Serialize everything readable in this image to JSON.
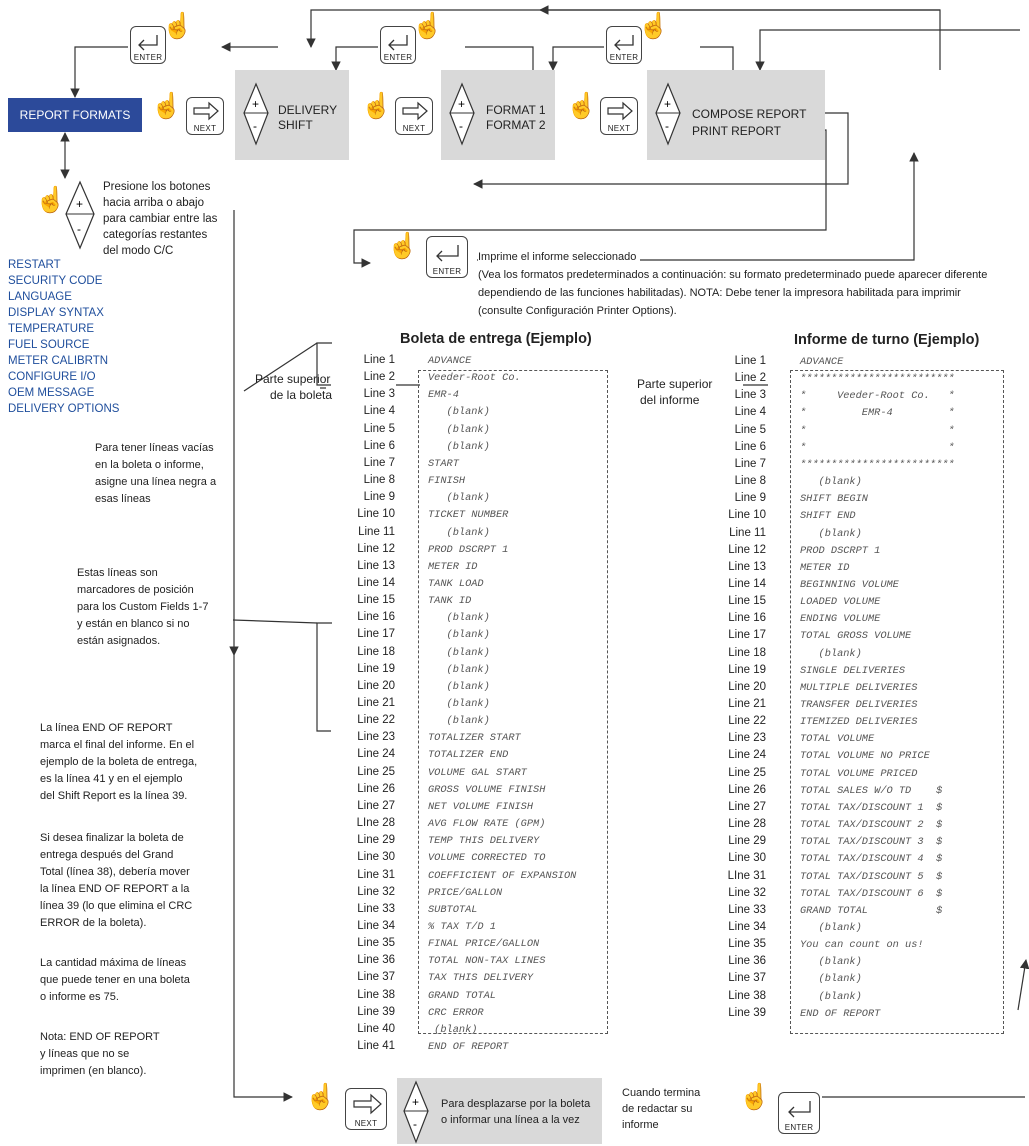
{
  "keys": {
    "enter": "ENTER",
    "next": "NEXT"
  },
  "menu": {
    "report_formats": "REPORT FORMATS",
    "delivery": "DELIVERY",
    "shift": "SHIFT",
    "format1": "FORMAT 1",
    "format2": "FORMAT 2",
    "compose_report": "COMPOSE REPORT",
    "print_report": "PRINT REPORT"
  },
  "updown_instr": [
    "Presione los botones",
    "hacia arriba o abajo",
    "para cambiar entre las",
    "categorías restantes",
    "del modo C/C"
  ],
  "categories": [
    "RESTART",
    "SECURITY CODE",
    "LANGUAGE",
    "DISPLAY SYNTAX",
    "TEMPERATURE",
    "FUEL SOURCE",
    "METER CALIBRTN",
    "CONFIGURE I/O",
    "OEM MESSAGE",
    "DELIVERY OPTIONS"
  ],
  "print_instr": [
    "Imprime el informe seleccionado",
    "(Vea los formatos predeterminados a continuación: su formato predeterminado puede aparecer diferente",
    "dependiendo de las funciones habilitadas). NOTA: Debe tener la impresora habilitada para imprimir",
    "(consulte Configuración Printer Options)."
  ],
  "delivery_ticket": {
    "title": "Boleta de entrega (Ejemplo)",
    "top_label": [
      "Parte superior",
      "de la boleta"
    ],
    "line_labels": [
      "Line 1",
      "Line 2",
      "Line 3",
      "Line 4",
      "Line 5",
      "Line 6",
      "Line 7",
      "Line 8",
      "Line 9",
      "Line 10",
      "Line 11",
      "Line 12",
      "Line 13",
      "Line 14",
      "Line 15",
      "Line 16",
      "Line 17",
      "Line 18",
      "Line 19",
      "Line 20",
      "Line 21",
      "Line 22",
      "Line 23",
      "Line 24",
      "Line 25",
      "Line 26",
      "Line 27",
      "LIne 28",
      "Line 29",
      "Line 30",
      "Line 31",
      "Line 32",
      "Line 33",
      "Line 34",
      "Line 35",
      "Line 36",
      "Line 37",
      "Line 38",
      "Line 39",
      "Line 40",
      "Line 41"
    ],
    "lines": [
      "ADVANCE",
      "Veeder-Root Co.",
      "EMR-4",
      "   (blank)",
      "   (blank)",
      "   (blank)",
      "START",
      "FINISH",
      "   (blank)",
      "TICKET NUMBER",
      "   (blank)",
      "PROD DSCRPT 1",
      "METER ID",
      "TANK LOAD",
      "TANK ID",
      "   (blank)",
      "   (blank)",
      "   (blank)",
      "   (blank)",
      "   (blank)",
      "   (blank)",
      "   (blank)",
      "TOTALIZER START",
      "TOTALIZER END",
      "VOLUME GAL START",
      "GROSS VOLUME FINISH",
      "NET VOLUME FINISH",
      "AVG FLOW RATE (GPM)",
      "TEMP THIS DELIVERY",
      "VOLUME CORRECTED TO",
      "COEFFICIENT OF EXPANSION",
      "PRICE/GALLON",
      "SUBTOTAL",
      "% TAX T/D 1",
      "FINAL PRICE/GALLON",
      "TOTAL NON-TAX LINES",
      "TAX THIS DELIVERY",
      "GRAND TOTAL",
      "CRC ERROR",
      " (blank)",
      "END OF REPORT"
    ]
  },
  "shift_report": {
    "title": "Informe de turno (Ejemplo)",
    "top_label": [
      "Parte superior",
      "del informe"
    ],
    "line_labels": [
      "Line 1",
      "Line 2",
      "Line 3",
      "Line 4",
      "Line 5",
      "Line 6",
      "Line 7",
      "Line 8",
      "Line 9",
      "Line 10",
      "Line 11",
      "Line 12",
      "Line 13",
      "Line 14",
      "Line 15",
      "Line 16",
      "Line 17",
      "Line 18",
      "Line 19",
      "Line 20",
      "Line 21",
      "Line 22",
      "Line 23",
      "Line 24",
      "Line 25",
      "Line 26",
      "Line 27",
      "Line 28",
      "Line 29",
      "Line 30",
      "LIne 31",
      "Line 32",
      "Line 33",
      "Line 34",
      "Line 35",
      "Line 36",
      "Line 37",
      "Line 38",
      "Line 39"
    ],
    "lines": [
      "ADVANCE",
      "*************************",
      "*     Veeder-Root Co.   *",
      "*         EMR-4         *",
      "*                       *",
      "*                       *",
      "*************************",
      "   (blank)",
      "SHIFT BEGIN",
      "SHIFT END",
      "   (blank)",
      "PROD DSCRPT 1",
      "METER ID",
      "BEGINNING VOLUME",
      "LOADED VOLUME",
      "ENDING VOLUME",
      "TOTAL GROSS VOLUME",
      "   (blank)",
      "SINGLE DELIVERIES",
      "MULTIPLE DELIVERIES",
      "TRANSFER DELIVERIES",
      "ITEMIZED DELIVERIES",
      "TOTAL VOLUME",
      "TOTAL VOLUME NO PRICE",
      "TOTAL VOLUME PRICED",
      "TOTAL SALES W/O TD    $",
      "TOTAL TAX/DISCOUNT 1  $",
      "TOTAL TAX/DISCOUNT 2  $",
      "TOTAL TAX/DISCOUNT 3  $",
      "TOTAL TAX/DISCOUNT 4  $",
      "TOTAL TAX/DISCOUNT 5  $",
      "TOTAL TAX/DISCOUNT 6  $",
      "GRAND TOTAL           $",
      "   (blank)",
      "You can count on us!",
      "   (blank)",
      "   (blank)",
      "   (blank)",
      "END OF REPORT"
    ]
  },
  "notes": {
    "blank_lines": [
      "Para tener líneas vacías",
      "en la boleta o informe,",
      "asigne una línea negra a",
      "esas líneas"
    ],
    "custom_fields": [
      "Estas líneas son",
      "marcadores de posición",
      "para los Custom Fields 1-7",
      "y están en blanco si no",
      "están asignados."
    ],
    "end_report": [
      "La línea END OF REPORT",
      "marca el final del informe. En el",
      "ejemplo de la boleta de entrega,",
      "es la línea 41 y en el ejemplo",
      "del Shift Report es la línea 39."
    ],
    "finish_ticket": [
      "Si desea finalizar la boleta de",
      "entrega después del Grand",
      "Total  (línea 38), debería mover",
      "la línea END OF REPORT a la",
      "línea 39 (lo que elimina el CRC",
      "ERROR de la boleta)."
    ],
    "max_lines": [
      "La cantidad máxima de líneas",
      "que puede tener en una boleta",
      "o informe es 75."
    ],
    "nota": [
      "Nota: END OF REPORT",
      "y líneas que no se",
      "imprimen (en blanco)."
    ]
  },
  "bottom": {
    "scroll_instr": [
      "Para desplazarse por la boleta",
      "o informar una línea a la vez"
    ],
    "finish_instr": [
      "Cuando termina",
      "de redactar su",
      "informe"
    ]
  },
  "icons": [
    "enter-key-icon",
    "next-key-icon",
    "pointing-hand-icon",
    "up-down-arrows-icon"
  ]
}
